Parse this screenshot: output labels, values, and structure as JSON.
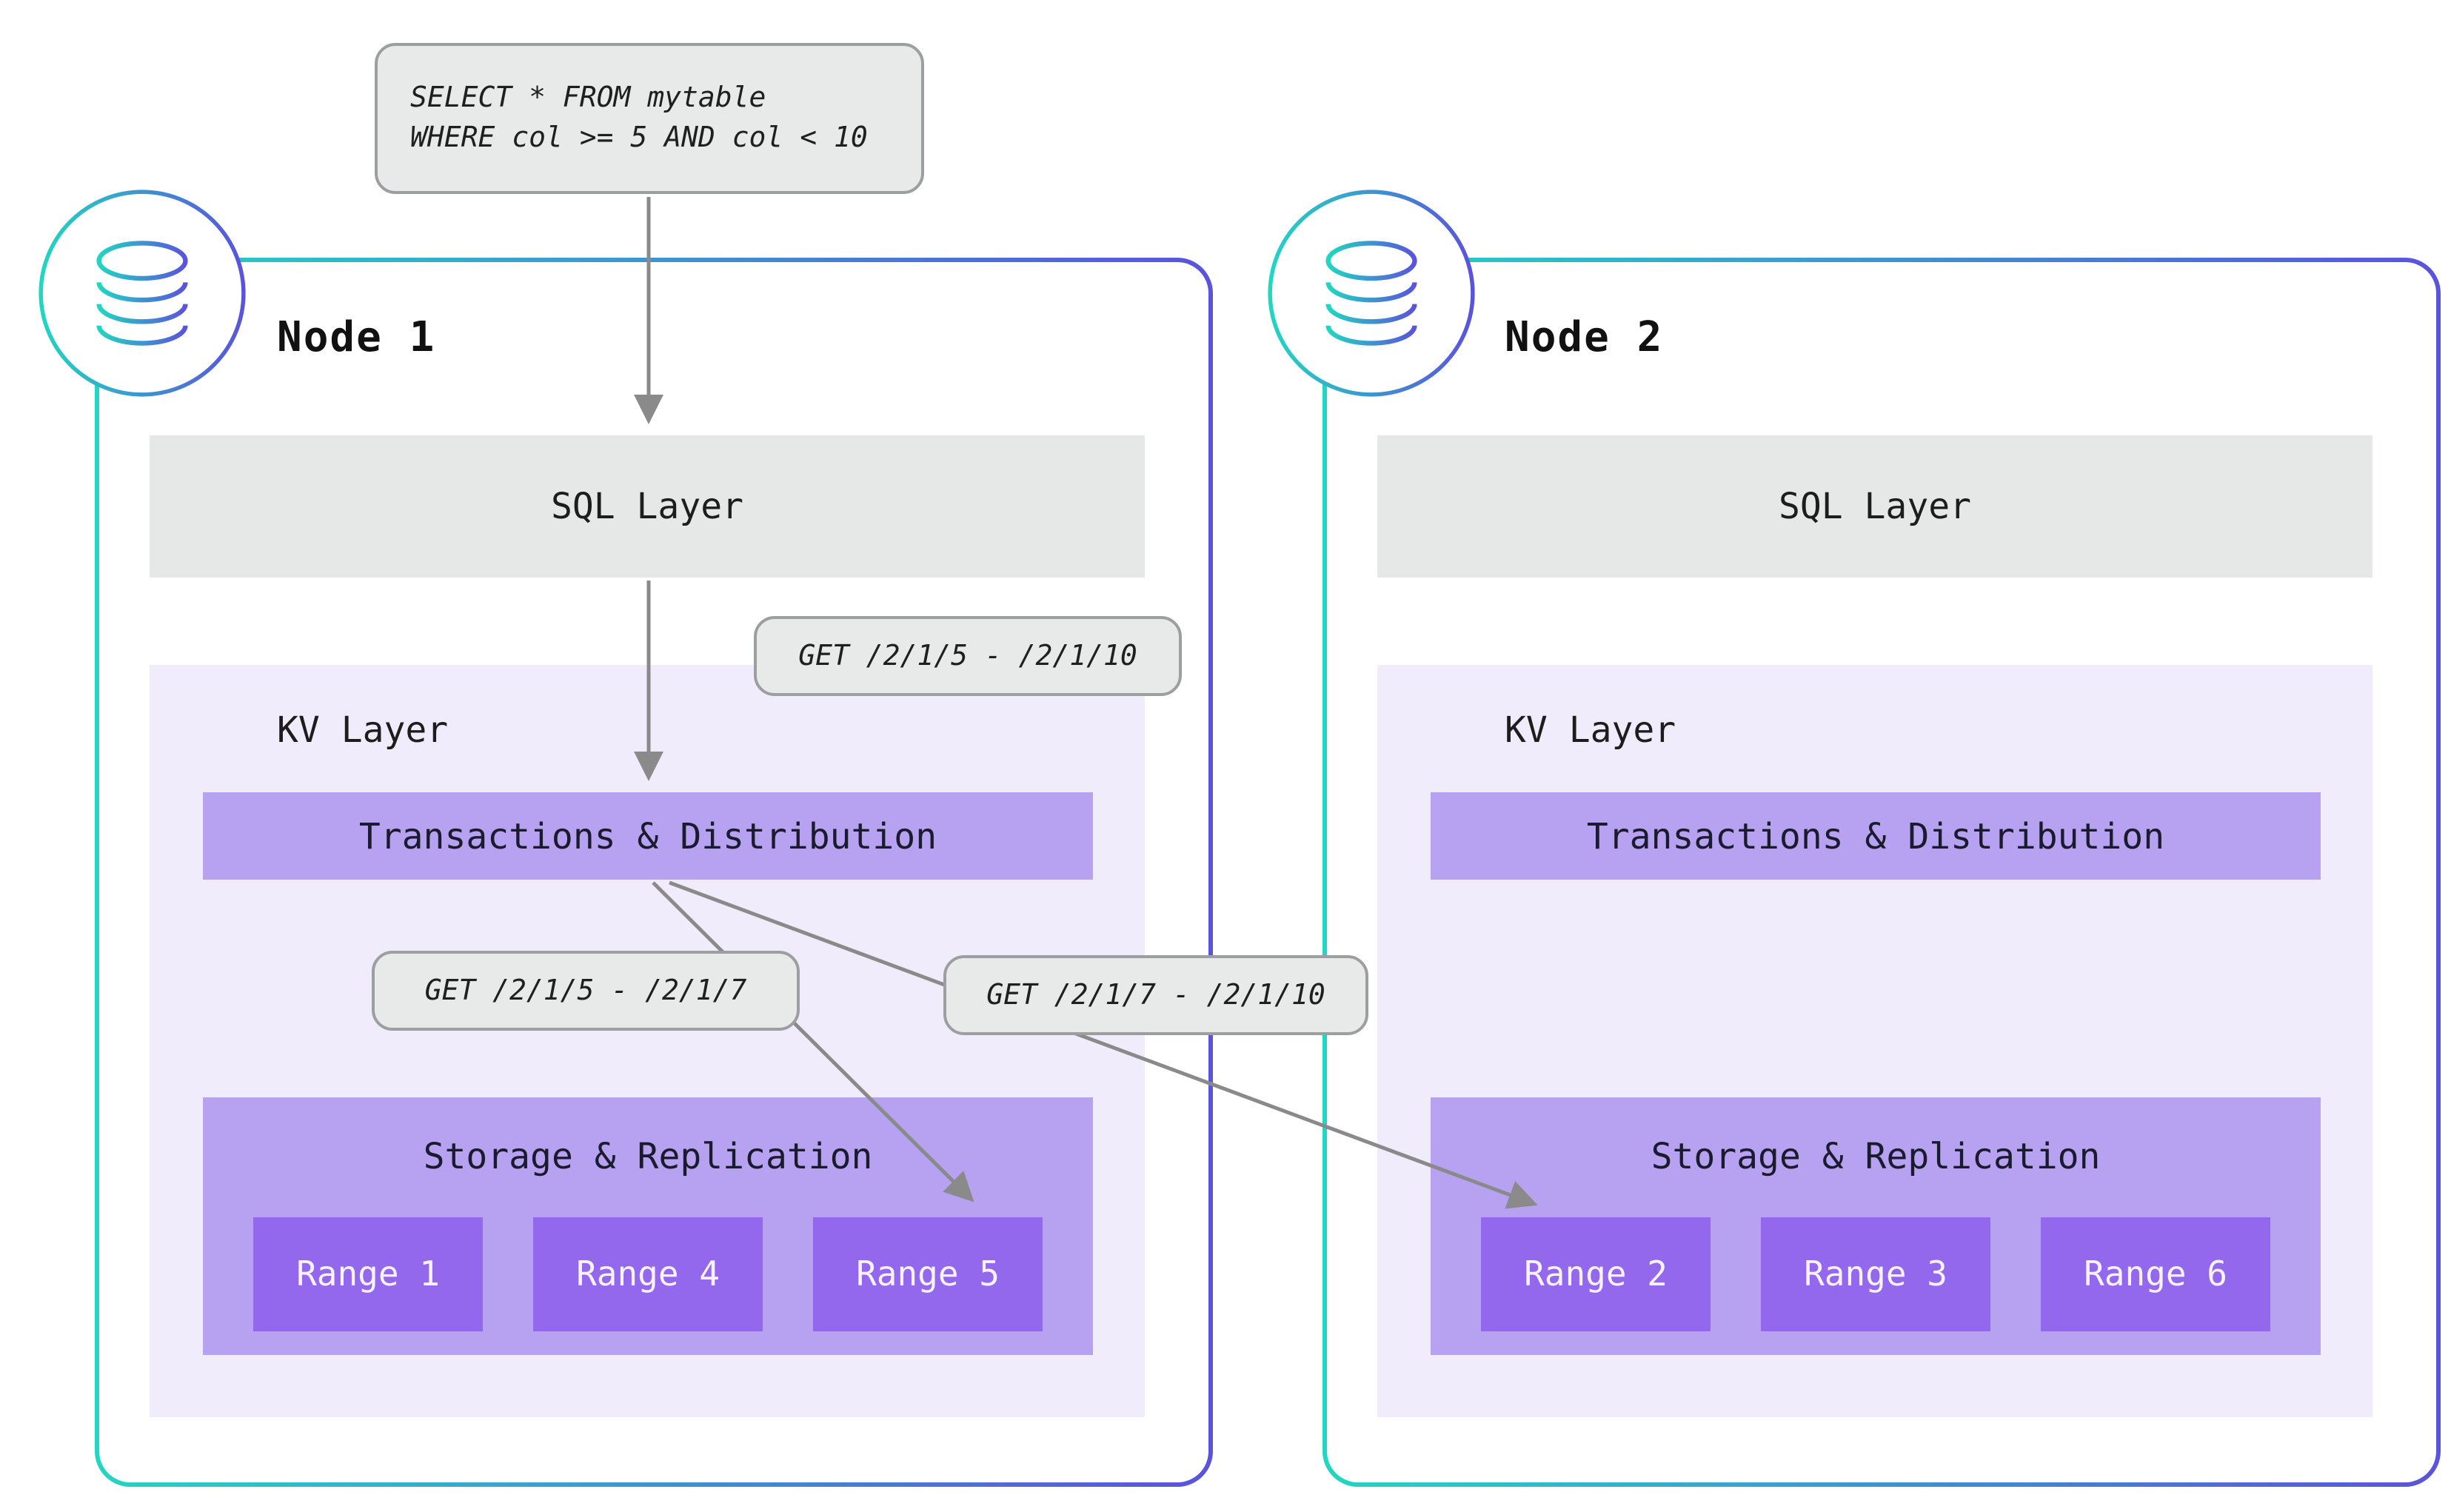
{
  "colors": {
    "teal": "#21d6c3",
    "indigo": "#5a53dc",
    "gray-box": "#e6e8e8",
    "label-border": "#9b9f9f",
    "kv-bg": "#f0ecfb",
    "mid-purple": "#b7a2f1",
    "range-purple": "#9468ec",
    "arrow": "#8a8a8a",
    "text-dark": "#1d1d1d",
    "range-text": "#f6f3ff"
  },
  "query_box": {
    "lines": [
      "SELECT * FROM mytable",
      "WHERE col >= 5 AND col < 10"
    ]
  },
  "flow_labels": {
    "kv_get": "GET /2/1/5 - /2/1/10",
    "local_get": "GET /2/1/5 - /2/1/7",
    "remote_get": "GET /2/1/7 - /2/1/10"
  },
  "nodes": [
    {
      "title": "Node 1",
      "sql_layer": "SQL Layer",
      "kv_layer": "KV Layer",
      "transactions": "Transactions & Distribution",
      "storage": "Storage & Replication",
      "ranges": [
        "Range 1",
        "Range 4",
        "Range 5"
      ]
    },
    {
      "title": "Node 2",
      "sql_layer": "SQL Layer",
      "kv_layer": "KV Layer",
      "transactions": "Transactions & Distribution",
      "storage": "Storage & Replication",
      "ranges": [
        "Range 2",
        "Range 3",
        "Range 6"
      ]
    }
  ]
}
